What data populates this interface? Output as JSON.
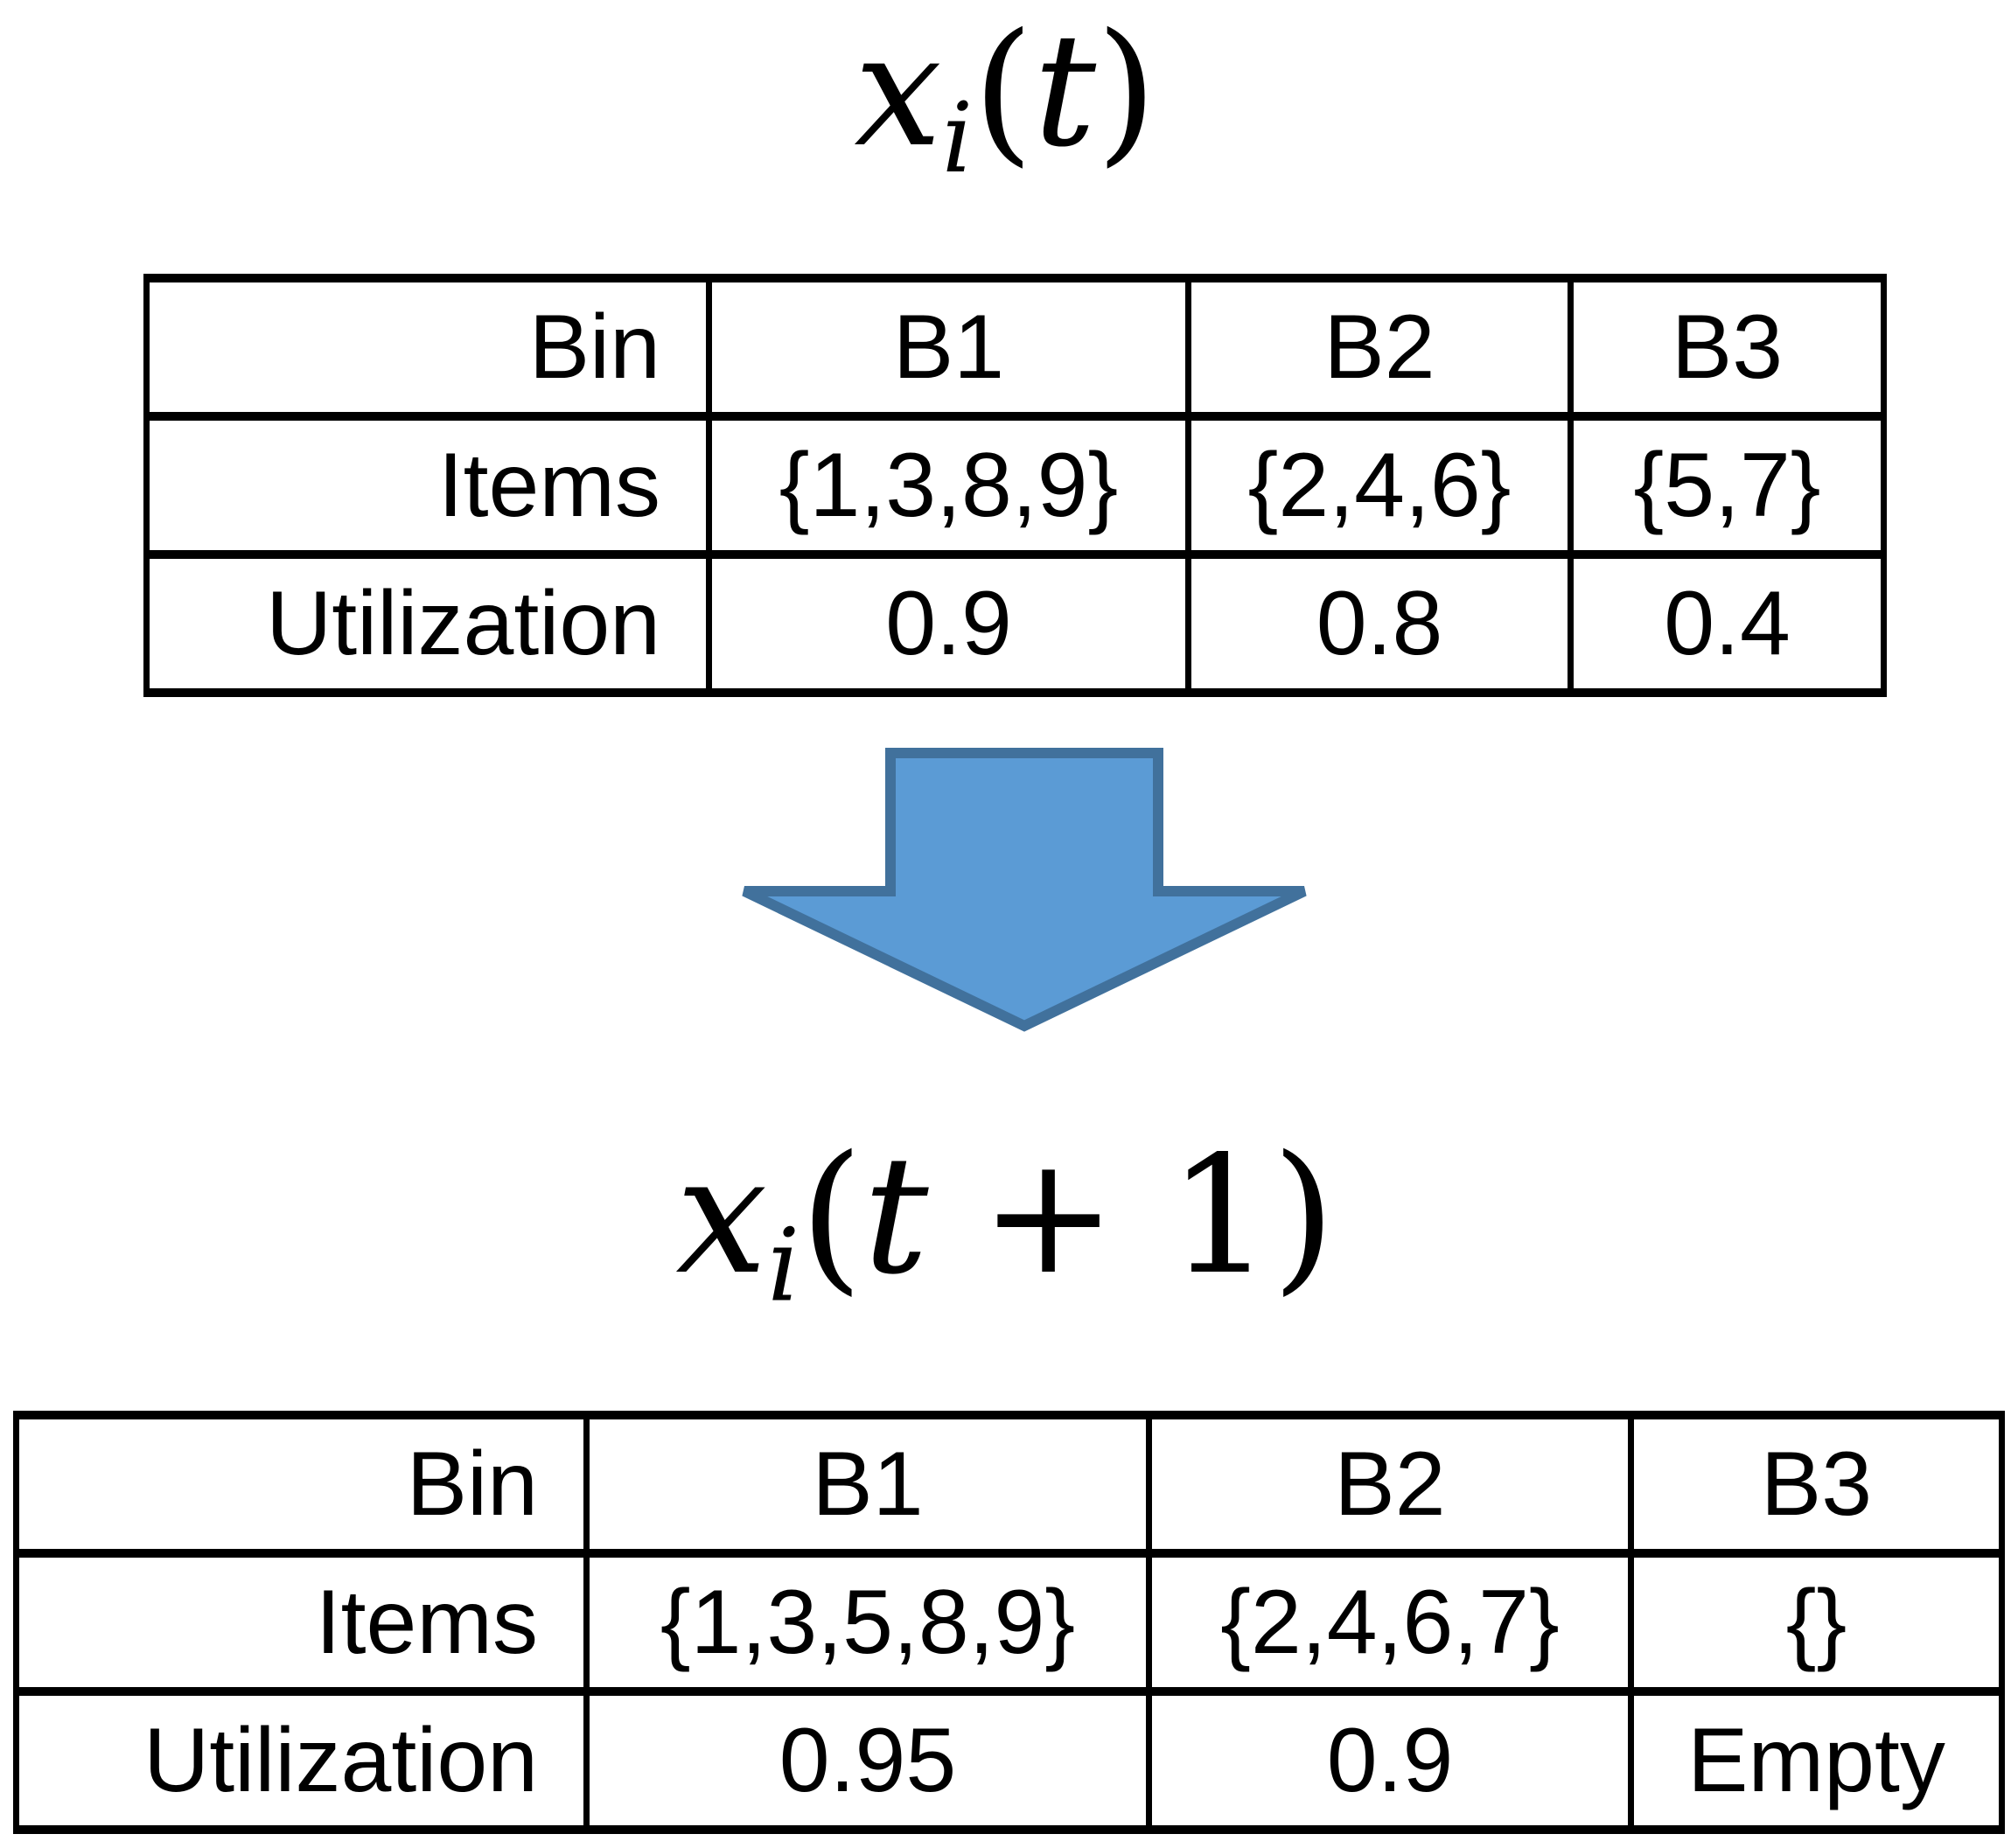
{
  "colors": {
    "background": "#FFFFFF",
    "text": "#000000",
    "table_border": "#000000",
    "arrow_fill": "#5B9BD5",
    "arrow_border": "#41719C"
  },
  "state_before": {
    "formula": {
      "variable": "x",
      "subscript": "i",
      "open_paren": "(",
      "arg_variable": "t",
      "arg_suffix": "",
      "close_paren": ")"
    },
    "table": {
      "bin_label": "Bin",
      "items_label": "Items",
      "utilization_label": "Utilization",
      "bins": [
        "B1",
        "B2",
        "B3"
      ],
      "items": [
        "{1,3,8,9}",
        "{2,4,6}",
        "{5,7}"
      ],
      "utilization": [
        "0.9",
        "0.8",
        "0.4"
      ]
    }
  },
  "transition_arrow": {
    "direction": "down"
  },
  "state_after": {
    "formula": {
      "variable": "x",
      "subscript": "i",
      "open_paren": "(",
      "arg_variable": "t",
      "arg_suffix": " + 1",
      "close_paren": ")"
    },
    "table": {
      "bin_label": "Bin",
      "items_label": "Items",
      "utilization_label": "Utilization",
      "bins": [
        "B1",
        "B2",
        "B3"
      ],
      "items": [
        "{1,3,5,8,9}",
        "{2,4,6,7}",
        "{}"
      ],
      "utilization": [
        "0.95",
        "0.9",
        "Empty"
      ]
    }
  }
}
